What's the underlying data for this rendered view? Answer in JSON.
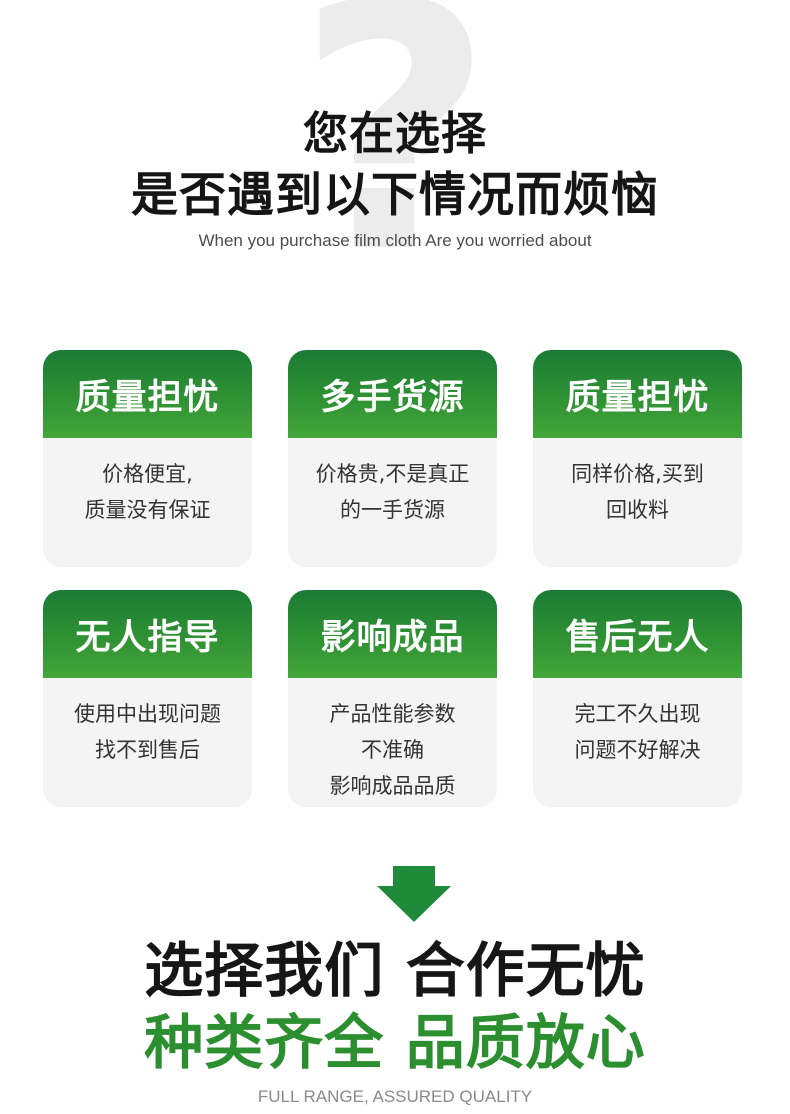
{
  "header": {
    "title_line1": "您在选择",
    "title_line2": "是否遇到以下情况而烦恼",
    "subtitle": "When you purchase film cloth Are you worried about",
    "background_glyph": "?"
  },
  "cards": [
    {
      "title": "质量担忧",
      "lines": [
        "价格便宜,",
        "质量没有保证"
      ]
    },
    {
      "title": "多手货源",
      "lines": [
        "价格贵,不是真正",
        "的一手货源"
      ]
    },
    {
      "title": "质量担忧",
      "lines": [
        "同样价格,买到",
        "回收料"
      ]
    },
    {
      "title": "无人指导",
      "lines": [
        "使用中出现问题",
        "找不到售后"
      ]
    },
    {
      "title": "影响成品",
      "lines": [
        "产品性能参数",
        "不准确",
        "影响成品品质"
      ]
    },
    {
      "title": "售后无人",
      "lines": [
        "完工不久出现",
        "问题不好解决"
      ]
    }
  ],
  "footer": {
    "arrow_icon": "down-arrow-icon",
    "slogan_line1": "选择我们 合作无忧",
    "slogan_line2": "种类齐全 品质放心",
    "tagline": "FULL RANGE, ASSURED QUALITY"
  },
  "colors": {
    "accent_green": "#2b8f2f",
    "arrow_green": "#1f8a3a",
    "card_bg": "#f4f4f4",
    "text_dark": "#151515"
  }
}
